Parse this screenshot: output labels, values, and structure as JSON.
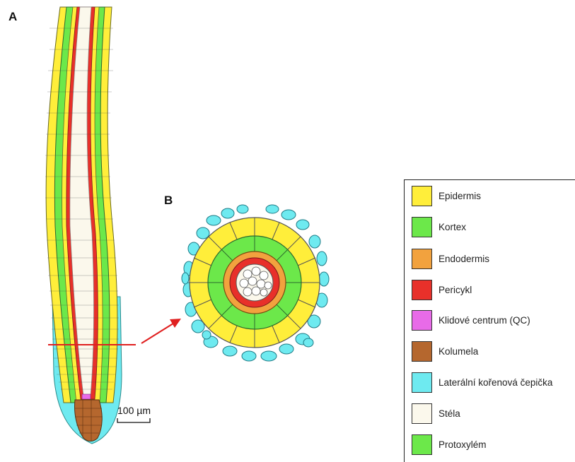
{
  "panels": {
    "a": "A",
    "b": "B"
  },
  "scale_bar": {
    "label": "100 µm"
  },
  "legend": [
    {
      "label": "Epidermis",
      "color": "#FFEE3A"
    },
    {
      "label": "Kortex",
      "color": "#6CE84A"
    },
    {
      "label": "Endodermis",
      "color": "#F2A23E"
    },
    {
      "label": "Pericykl",
      "color": "#E8302A"
    },
    {
      "label": "Klidové centrum (QC)",
      "color": "#E86BE8"
    },
    {
      "label": "Kolumela",
      "color": "#B5672E"
    },
    {
      "label": "Laterální kořenová čepička",
      "color": "#6EEAF0"
    },
    {
      "label": "Stéla",
      "color": "#FBF8EC"
    },
    {
      "label": "Protoxylém",
      "color": "#6CE84A"
    }
  ]
}
